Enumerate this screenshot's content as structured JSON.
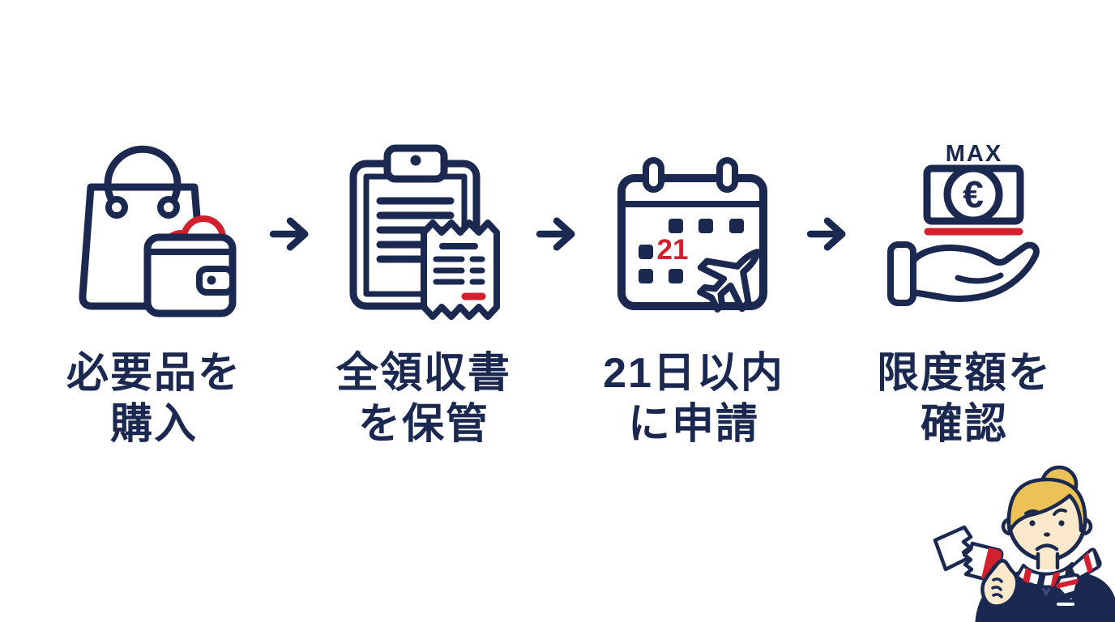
{
  "background": "#ffffff",
  "palette": {
    "navy": "#1b2950",
    "red": "#d2202e",
    "blonde": "#ecc257",
    "skin": "#fce9cb"
  },
  "steps": [
    {
      "name": "purchase-items",
      "icon": "shopping-bag-wallet-icon",
      "label_line1": "必要品を",
      "label_line2": "購入"
    },
    {
      "name": "keep-receipts",
      "icon": "clipboard-receipt-icon",
      "label_line1": "全領収書",
      "label_line2": "を保管"
    },
    {
      "name": "apply-within-21-days",
      "icon": "calendar-airplane-icon",
      "label_line1": "21日以内",
      "label_line2": "に申請",
      "calendar_day": "21"
    },
    {
      "name": "check-limit",
      "icon": "max-money-hand-icon",
      "label_line1": "限度額を",
      "label_line2": "確認",
      "max_label": "MAX",
      "currency_symbol": "€"
    }
  ],
  "arrows": {
    "icon": "arrow-right-icon",
    "count": 3
  },
  "mascot": {
    "name": "worried-flight-attendant-holding-torn-ticket"
  }
}
